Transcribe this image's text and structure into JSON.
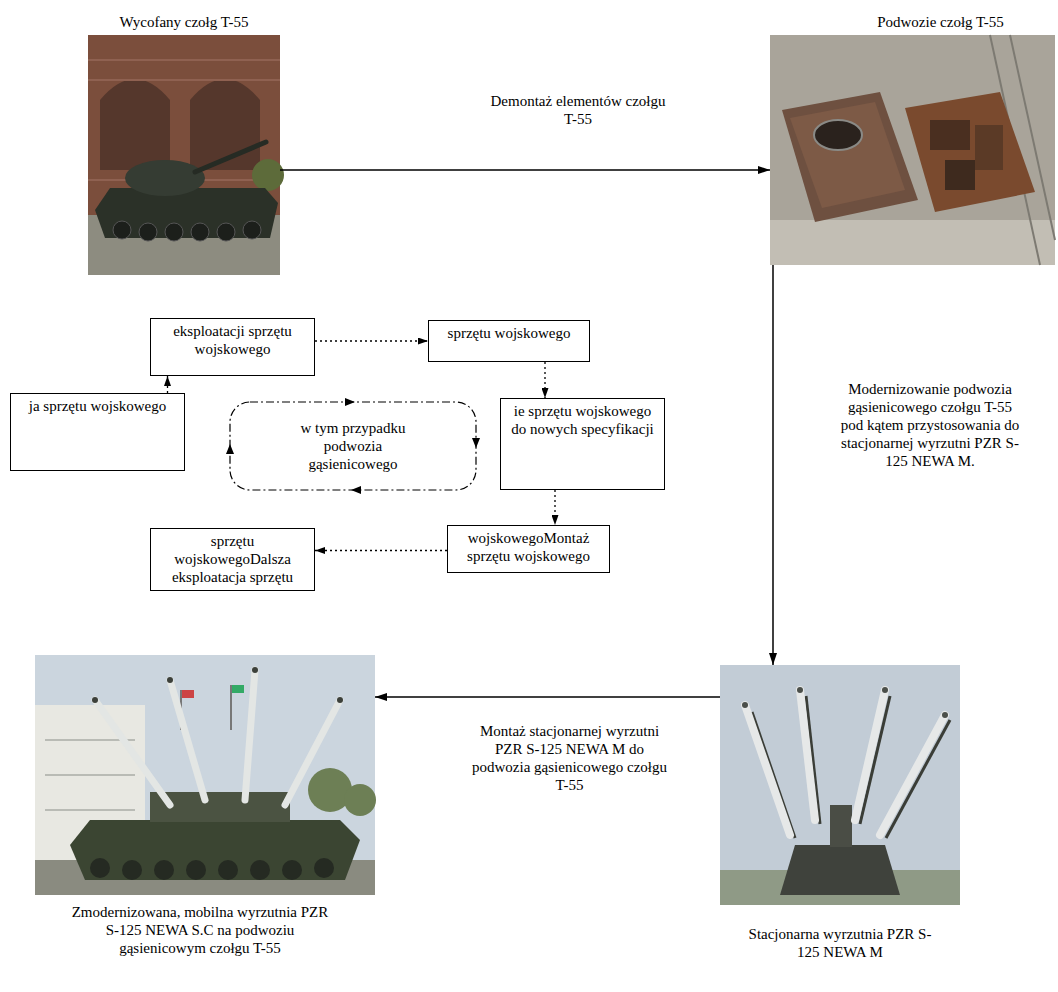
{
  "diagram": {
    "nodes": [
      {
        "text": [
          "Wycofany czołg T-55"
        ]
      },
      {
        "text": [
          "Podwozie czołg T-55"
        ]
      },
      {
        "text": [
          "Stacjonarna wyrzutnia PZR S-125 NEWA M"
        ]
      },
      {
        "text": [
          "Zmodernizowana, mobilna wyrzutnia PZR S-125 NEWA S.C na podwoziu gąsienicowym czołgu T-55"
        ]
      },
      {
        "text": [
          "eksploatacji sprzętu wojskowego"
        ]
      },
      {
        "text": [
          "sprzętu wojskowego"
        ]
      },
      {
        "text": [
          "ja sprzętu wojskowego"
        ]
      },
      {
        "text": [
          "w tym przypadku podwozia gąsienicowego"
        ]
      },
      {
        "text": [
          "ie sprzętu wojskowego do nowych specyfikacji"
        ]
      },
      {
        "text": [
          "wojskowegoMontaż sprzętu wojskowego"
        ]
      },
      {
        "text": [
          "sprzętu wojskowegoDalsza eksploatacja sprzętu"
        ]
      }
    ],
    "edges": [
      {
        "from": 0,
        "to": 1,
        "arrow": "to",
        "label": "Demontaż elementów czołgu T-55"
      },
      {
        "from": 1,
        "to": 2,
        "arrow": "to",
        "label": "Modernizowanie podwozia gąsienicowego czołgu T-55 pod kątem przystosowania do stacjonarnej wyrzutni PZR S-125 NEWA M."
      },
      {
        "from": 2,
        "to": 3,
        "arrow": "to",
        "label": "Montaż stacjonarnej wyrzutni PZR S-125 NEWA M do podwozia gąsienicowego czołgu T-55"
      },
      {
        "from": 6,
        "to": 4,
        "arrow": "to"
      },
      {
        "from": 4,
        "to": 5,
        "arrow": "to"
      },
      {
        "from": 5,
        "to": 8,
        "arrow": "to"
      },
      {
        "from": 8,
        "to": 9,
        "arrow": "to"
      },
      {
        "from": 9,
        "to": 10,
        "arrow": "to"
      }
    ]
  }
}
